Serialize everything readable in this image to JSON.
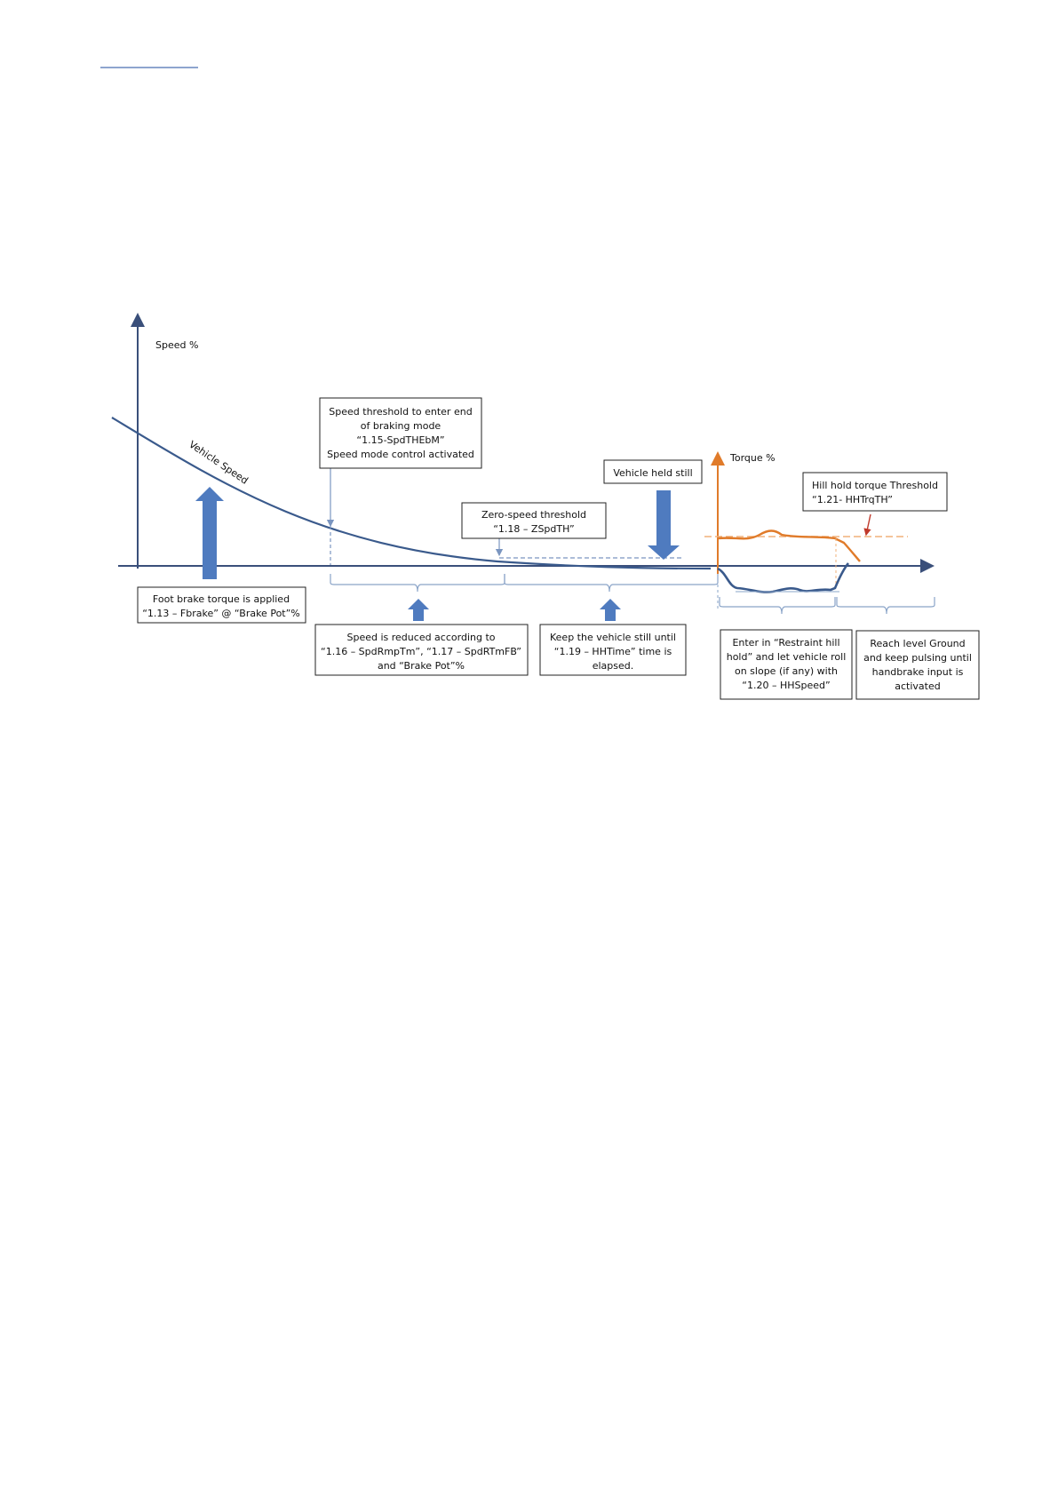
{
  "axes": {
    "speed_label": "Speed %",
    "torque_label": "Torque %",
    "curve_label": "Vehicle Speed"
  },
  "boxes": {
    "speed_threshold": [
      "Speed threshold to enter end",
      "of braking mode",
      "“1.15-SpdTHEbM”",
      "Speed mode control activated"
    ],
    "vehicle_held": [
      "Vehicle held still"
    ],
    "zero_speed": [
      "Zero-speed threshold",
      "“1.18 – ZSpdTH”"
    ],
    "hill_hold_threshold": [
      "Hill hold torque Threshold",
      "“1.21- HHTrqTH”"
    ],
    "foot_brake": [
      "Foot brake torque is applied",
      "“1.13 – Fbrake” @ “Brake Pot”%"
    ],
    "speed_reduced": [
      "Speed is reduced according to",
      "“1.16 – SpdRmpTm”, “1.17 – SpdRTmFB”",
      "and “Brake Pot”%"
    ],
    "keep_still": [
      "Keep the vehicle still until",
      "“1.19 – HHTime” time is",
      "elapsed."
    ],
    "restraint": [
      "Enter in “Restraint hill",
      "hold” and let vehicle roll",
      "on slope (if any) with",
      "“1.20 – HHSpeed”"
    ],
    "level_ground": [
      "Reach level Ground",
      "and keep pulsing until",
      "handbrake input is",
      "activated"
    ]
  },
  "colors": {
    "axis": "#4a5f8a",
    "curve": "#3a5a8c",
    "arrow": "#4f7bbf",
    "torque": "#e07b2a",
    "torque_threshold": "#f0b07a",
    "marker": "#c0392b",
    "brace": "#8aa4c8"
  }
}
